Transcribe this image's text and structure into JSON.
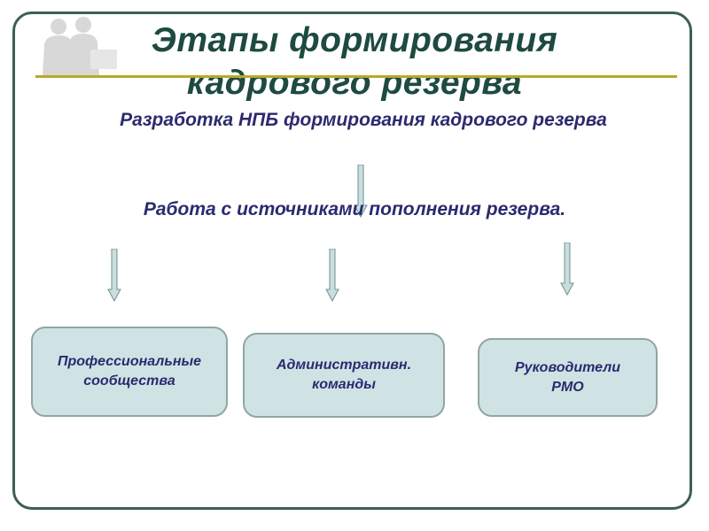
{
  "slide": {
    "title": "Этапы формирования кадрового резерва",
    "step1": "Разработка НПБ формирования кадрового резерва",
    "step2": "Работа с источниками пополнения резерва.",
    "boxes": [
      {
        "label": "Профессиональные сообщества"
      },
      {
        "label": "Административн. команды"
      },
      {
        "label": "Руководители РМО"
      }
    ]
  },
  "colors": {
    "frame": "#3d5f55",
    "title": "#1e4a40",
    "text": "#2b2a6e",
    "underline": "#b8a928",
    "box_fill": "#cfe3e5",
    "box_border": "#8fa6a3",
    "arrow_fill": "#c9dedd",
    "arrow_stroke": "#6e9093"
  },
  "icons": {
    "logo": "two-people-silhouette-icon"
  }
}
